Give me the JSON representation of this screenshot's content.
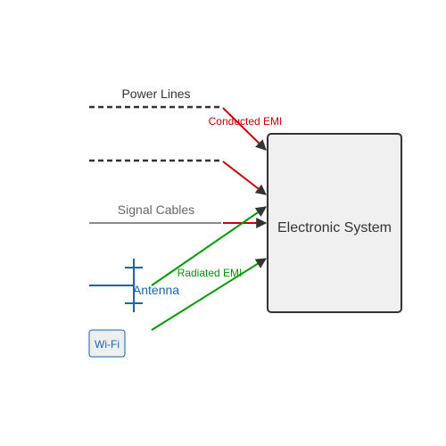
{
  "labels": {
    "power_lines": "Power Lines",
    "conducted_emi": "Conducted EMI",
    "signal_cables": "Signal Cables",
    "radiated_emi": "Radiated EMI",
    "antenna": "Antenna",
    "electronic_system": "Electronic System",
    "wifi": "Wi-Fi"
  },
  "colors": {
    "background": "#ffffff",
    "box_fill": "#f0f0f0",
    "box_stroke": "#333333",
    "power_line": "#333333",
    "signal_cable": "#666666",
    "conducted": "#cc0000",
    "radiated": "#009900",
    "antenna": "#1565b0",
    "text_dark": "#333333",
    "text_gray": "#666666",
    "wifi_fill": "#eeeeee"
  },
  "icons": {
    "antenna": "antenna-icon",
    "wifi": "wifi-icon"
  }
}
